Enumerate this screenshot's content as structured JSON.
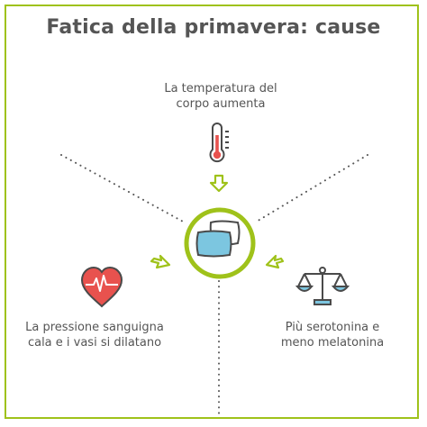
{
  "title": "Fatica della primavera: cause",
  "causes": {
    "top": {
      "line1": "La temperatura del",
      "line2": "corpo aumenta",
      "icon": "thermometer-icon"
    },
    "left": {
      "line1": "La pressione sanguigna",
      "line2": "cala e i vasi si dilatano",
      "icon": "heart-pulse-icon"
    },
    "right": {
      "line1": "Più serotonina e",
      "line2": "meno melatonina",
      "icon": "balance-scale-icon"
    }
  },
  "center": {
    "icon": "pillows-icon"
  },
  "colors": {
    "accent": "#9fc21a",
    "text": "#555555",
    "red": "#e8524e",
    "blue": "#7cc6e0",
    "outline": "#4a4a4a"
  }
}
